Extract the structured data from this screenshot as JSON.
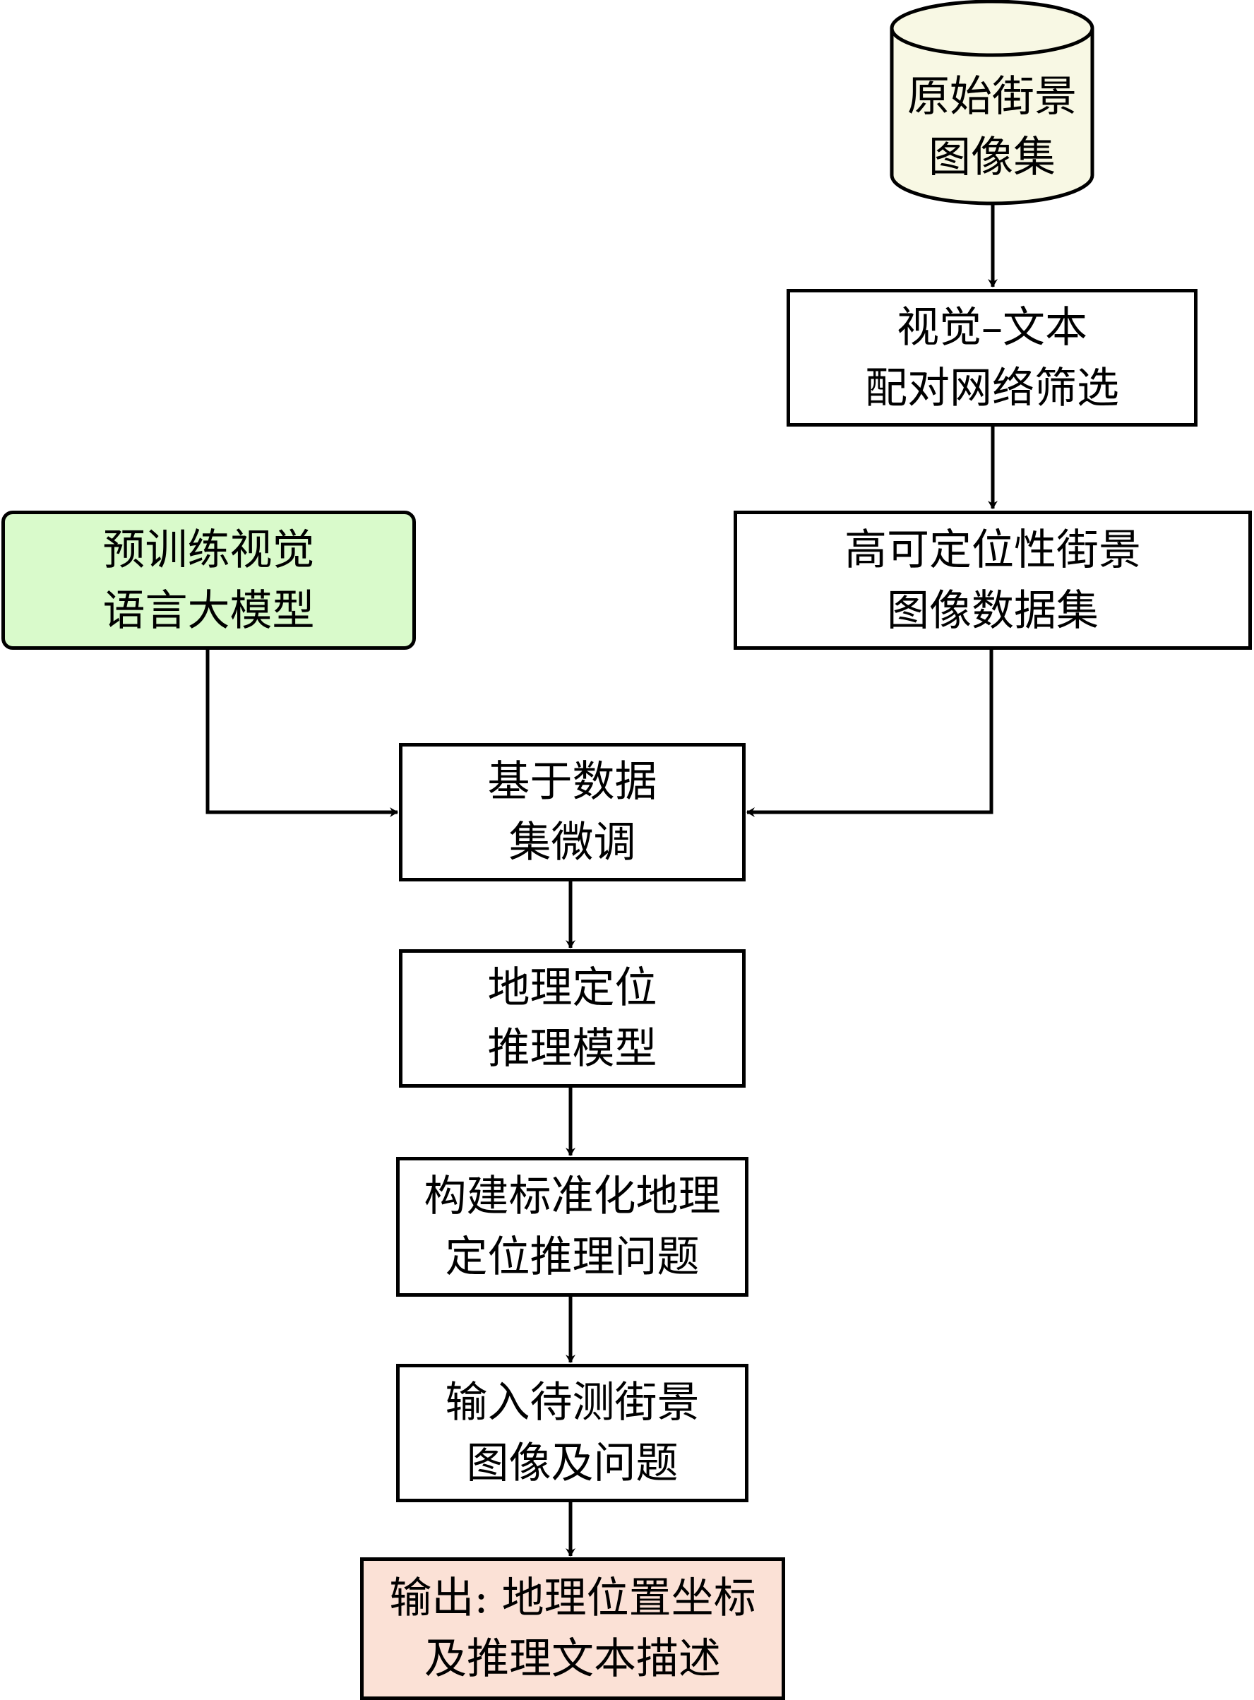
{
  "diagram": {
    "type": "flowchart",
    "nodes": {
      "source_dataset": {
        "shape": "cylinder",
        "lines": [
          "原始街景",
          "图像集"
        ],
        "fill": "#f8f8e4"
      },
      "vt_filter": {
        "shape": "rect",
        "lines": [
          "视觉–文本",
          "配对网络筛选"
        ],
        "fill": "#ffffff"
      },
      "high_loc_dataset": {
        "shape": "rect",
        "lines": [
          "高可定位性街景",
          "图像数据集"
        ],
        "fill": "#ffffff"
      },
      "pretrained_vlm": {
        "shape": "rounded-rect",
        "lines": [
          "预训练视觉",
          "语言大模型"
        ],
        "fill": "#d9facb"
      },
      "finetune": {
        "shape": "rect",
        "lines": [
          "基于数据",
          "集微调"
        ],
        "fill": "#ffffff"
      },
      "geo_model": {
        "shape": "rect",
        "lines": [
          "地理定位",
          "推理模型"
        ],
        "fill": "#ffffff"
      },
      "build_questions": {
        "shape": "rect",
        "lines": [
          "构建标准化地理",
          "定位推理问题"
        ],
        "fill": "#ffffff"
      },
      "input": {
        "shape": "rect",
        "lines": [
          "输入待测街景",
          "图像及问题"
        ],
        "fill": "#ffffff"
      },
      "output": {
        "shape": "rect",
        "lines": [
          "输出: 地理位置坐标",
          "及推理文本描述"
        ],
        "fill": "#fbe1d6"
      }
    },
    "edges": [
      {
        "from": "source_dataset",
        "to": "vt_filter"
      },
      {
        "from": "vt_filter",
        "to": "high_loc_dataset"
      },
      {
        "from": "high_loc_dataset",
        "to": "finetune"
      },
      {
        "from": "pretrained_vlm",
        "to": "finetune"
      },
      {
        "from": "finetune",
        "to": "geo_model"
      },
      {
        "from": "geo_model",
        "to": "build_questions"
      },
      {
        "from": "build_questions",
        "to": "input"
      },
      {
        "from": "input",
        "to": "output"
      }
    ]
  }
}
